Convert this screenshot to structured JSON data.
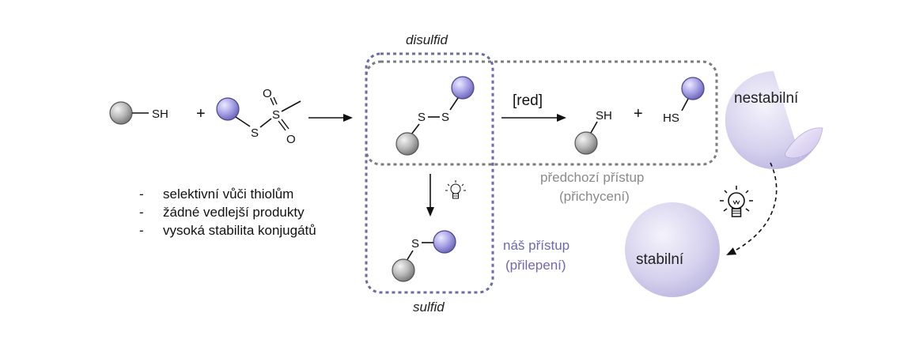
{
  "reactants": {
    "thiol_label": "SH",
    "plus": "+",
    "sulfonyl_s_left": "S",
    "sulfonyl_s_center": "S",
    "oxygen_top": "O",
    "oxygen_bottom": "O"
  },
  "disulfide": {
    "label": "disulfid",
    "s1": "S",
    "s2": "S"
  },
  "reduction": {
    "reagent": "[red]",
    "sh_left": "SH",
    "plus": "+",
    "hs_right": "HS"
  },
  "previous_approach": {
    "line1": "předchozí přístup",
    "line2": "(přichycení)"
  },
  "our_approach": {
    "line1": "náš přístup",
    "line2": "(přilepení)"
  },
  "sulfide": {
    "label": "sulfid",
    "s": "S"
  },
  "bubbles": {
    "unstable": "nestabilní",
    "stable": "stabilní"
  },
  "bullets": [
    {
      "dash": "-",
      "text": "selektivní vůči thiolům"
    },
    {
      "dash": "-",
      "text": "žádné vedlejší produkty"
    },
    {
      "dash": "-",
      "text": "vysoká stabilita konjugátů"
    }
  ],
  "colors": {
    "purple_box": "#6c69a8",
    "gray_box": "#7d7d7d",
    "note_gray": "#8a8a8a",
    "note_purple": "#6f67b0",
    "sphere_gray": "#9a9a9a",
    "sphere_purple": "#8f8ad0",
    "bubble": "#c4bfe4"
  },
  "icons": [
    "gray-sphere-icon",
    "purple-sphere-icon",
    "lightbulb-icon",
    "sticker-bubble-icon"
  ]
}
